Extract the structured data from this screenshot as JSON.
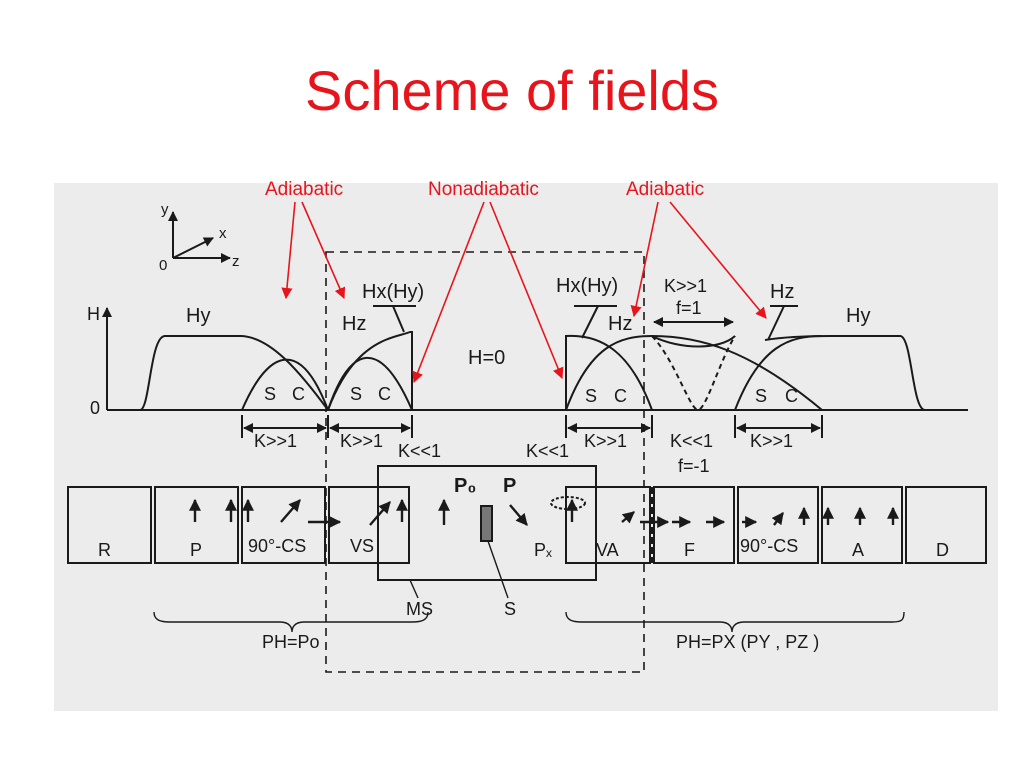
{
  "title": "Scheme of fields",
  "annotations": {
    "adiabatic_left": "Adiabatic",
    "nonadiabatic": "Nonadiabatic",
    "adiabatic_right": "Adiabatic"
  },
  "axes": {
    "y": "y",
    "x": "x",
    "z": "z",
    "origin": "0"
  },
  "field_plot": {
    "h_axis": "H",
    "zero": "0",
    "hy_left": "Hy",
    "hy_right": "Hy",
    "hz_left": "Hz",
    "hx_hy_left": "Hx(Hy)",
    "hx_hy_right": "Hx(Hy)",
    "hz_mid": "Hz",
    "hz_right": "Hz",
    "h_zero": "H=0",
    "k_f_top": "K>>1",
    "f_top": "f=1",
    "s1": "S",
    "c1": "C",
    "s2": "S",
    "c2": "C",
    "s3": "S",
    "c3": "C",
    "s4": "S",
    "c4": "C",
    "k1": "K>>1",
    "k2": "K>>1",
    "k3": "K<<1",
    "k4": "K<<1",
    "k5": "K>>1",
    "k6": "K<<1",
    "f_bottom": "f=-1",
    "k7": "K>>1"
  },
  "boxes": {
    "r": "R",
    "p": "P",
    "cs_left": "90°-CS",
    "vs": "VS",
    "p0": "P₀",
    "p_bold": "P",
    "px": "Pₓ",
    "va": "VA",
    "f": "F",
    "cs_right": "90°-CS",
    "a": "A",
    "d": "D",
    "ms": "MS",
    "s": "S"
  },
  "formulas": {
    "left": "PH=Po",
    "right": "PH=PX (PY , PZ )"
  },
  "colors": {
    "accent": "#e8141c",
    "ink": "#1a1a1a",
    "panel": "#ececec"
  }
}
